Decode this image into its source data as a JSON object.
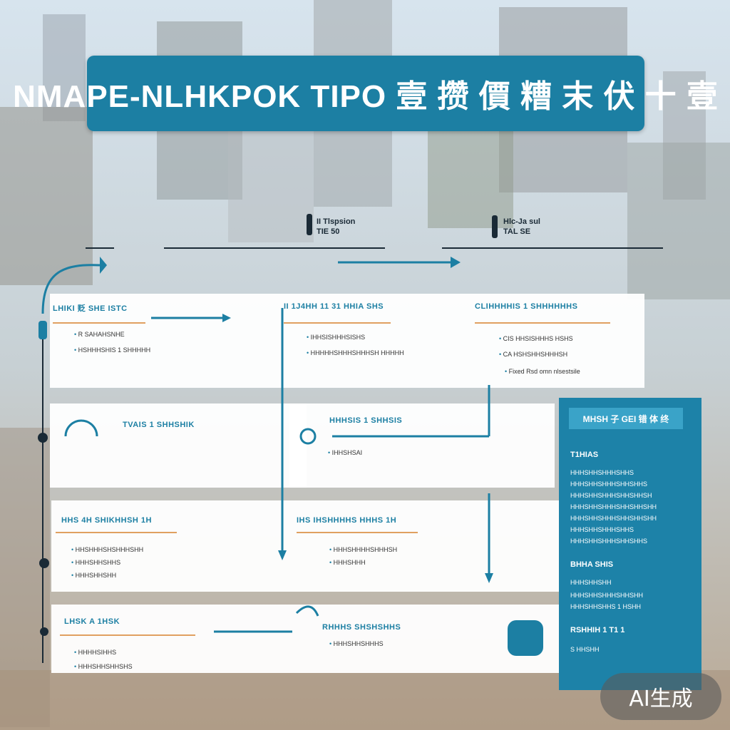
{
  "title": "NMAPE-NLHKPOK TIPO 壹 攒 價 糟 末 伏 十 壹",
  "top_labels": [
    {
      "line1": "II Tlspsion",
      "line2": "TIE 50"
    },
    {
      "line1": "Hlc-Ja sul",
      "line2": "TAL SE"
    }
  ],
  "panels": [
    {
      "heading": "LHIKI 贬 SHE ISTC",
      "bullets": [
        "R SAHAHSNHE",
        "HSHHHSHIS 1 SHHHHH"
      ]
    },
    {
      "heading": "II 1J4HH 11 31 HHIA SHS",
      "bullets": [
        "IHHSISHHHSISHS",
        "HHHHHSHHHSHHHSH HHHHH"
      ]
    },
    {
      "heading": "CLIHHHHIS 1 SHHHHHHS",
      "bullets": [
        "CIS HHSISHHHS HSHS",
        "CA HSHSHHSHHHSH",
        "Fixed Rsd omn nlsestsile"
      ]
    },
    {
      "heading": "TVAIS 1 SHHSHIK",
      "bullets": []
    },
    {
      "heading": "HHHSIS 1 SHHSIS",
      "bullets": [
        "IHHSHSAI"
      ]
    },
    {
      "heading": "HHS 4H SHIKHHSH 1H",
      "bullets": [
        "HHSHHHSHSHHHSHH",
        "HHHSHHSHHS",
        "HHHSHHSHH"
      ]
    },
    {
      "heading": "IHS IHSHHHHS HHHS 1H",
      "bullets": [
        "HHHSHHHHSHHHSH",
        "HHHSHHH"
      ]
    },
    {
      "heading": "LHSK A 1HSK",
      "bullets": [
        "HHHHSIHHS",
        "HHHSHHSHHSHS"
      ]
    },
    {
      "heading": "RHHHS SHSHSHHS",
      "bullets": [
        "HHHSHHSHHHS"
      ]
    }
  ],
  "side_panel": {
    "heading": "MHSH 子 GEI 错 体 终",
    "subheads": [
      "T1HIAS",
      "BHHA SHIS",
      "RSHHIH 1 T1 1"
    ],
    "lines": [
      "HHHSHHSHHHSHHS",
      "HHHSHHSHHHSHHSHHS",
      "HHHSHHSHHHSHHSHHSH",
      "HHHSHHSHHHSHHSHHSHH",
      "HHHSHHSHHHSHHSHHSHH",
      "HHHSHHSHHHSHHS",
      "HHHSHHSHHHSHHSHHS",
      "HHHSHHSHH",
      "HHHSHHSHHHSHHSHH",
      "HHHSHHSHHS 1 HSHH",
      "S HHSHH"
    ]
  },
  "badge": "AI生成",
  "colors": {
    "accent": "#1c7fa3",
    "rule": "#e0a060",
    "side": "#1d82a8"
  }
}
